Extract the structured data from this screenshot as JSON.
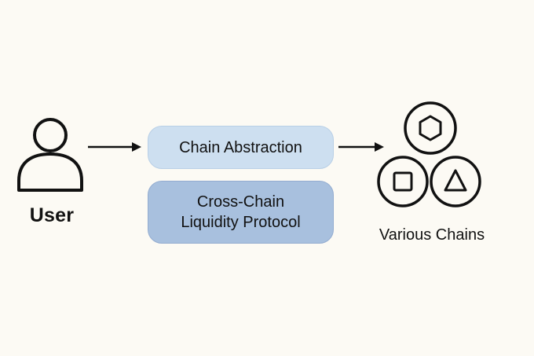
{
  "user": {
    "label": "User",
    "icon": "user-icon"
  },
  "protocol_stack": {
    "chain_abstraction": "Chain Abstraction",
    "liquidity_line_1": "Cross-Chain",
    "liquidity_line_2": "Liquidity Protocol"
  },
  "chains": {
    "label": "Various Chains",
    "icons": [
      "hexagon-icon",
      "square-icon",
      "triangle-icon"
    ]
  },
  "colors": {
    "background": "#fcfaf4",
    "chain_abstraction_box": "#cddff0",
    "liquidity_box": "#a8c0de",
    "stroke": "#111111"
  }
}
